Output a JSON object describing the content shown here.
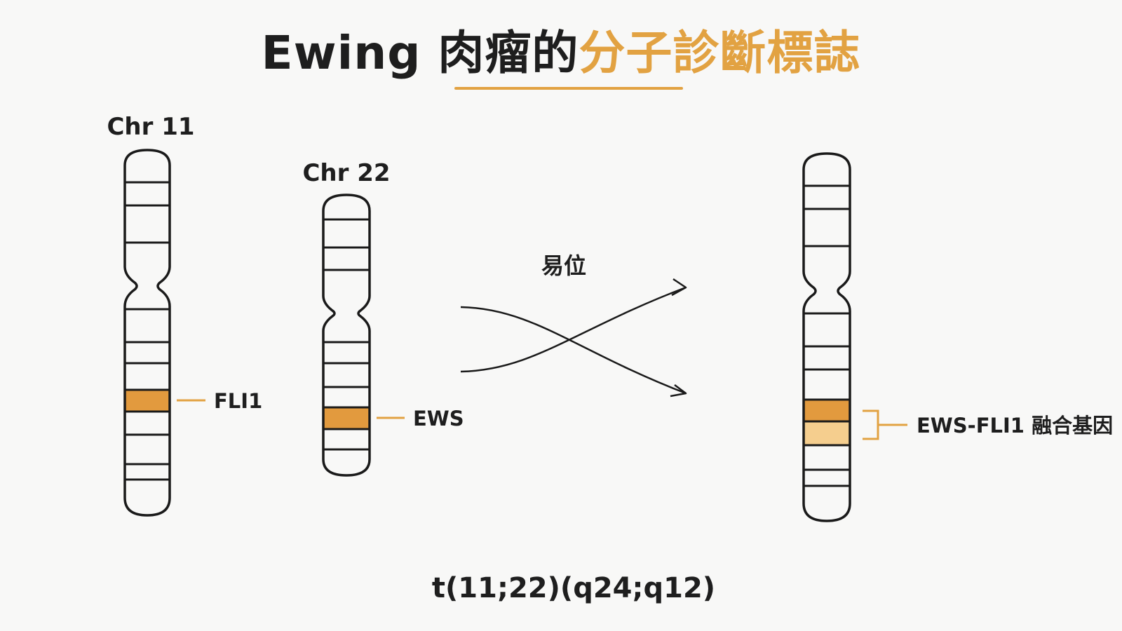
{
  "title": {
    "part1": "Ewing 肉瘤的",
    "part2": "分子診斷標誌",
    "accent_color": "#e2a242"
  },
  "chromosomes": {
    "chr11": {
      "label": "Chr 11",
      "gene_label": "FLI1",
      "gene_color": "#e29a3e"
    },
    "chr22": {
      "label": "Chr 22",
      "gene_label": "EWS",
      "gene_color": "#e29a3e"
    },
    "fusion": {
      "gene_label": "EWS-FLI1 融合基因",
      "band_colors": [
        "#e29a3e",
        "#f5ce8e"
      ]
    }
  },
  "translocation": {
    "label": "易位",
    "notation": "t(11;22)(q24;q12)"
  }
}
